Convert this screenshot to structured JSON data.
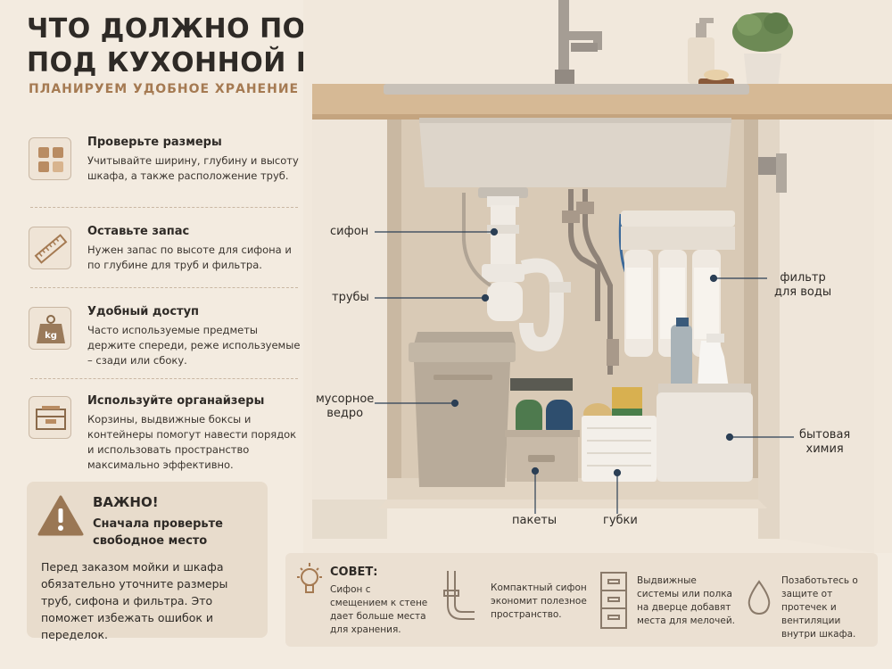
{
  "header": {
    "title_line1": "ЧТО ДОЛЖНО ПОМЕЩАТЬСЯ",
    "title_line2": "ПОД КУХОННОЙ МОЙКОЙ",
    "subtitle": "ПЛАНИРУЕМ УДОБНОЕ ХРАНЕНИЕ"
  },
  "tips": [
    {
      "icon": "measure-sheet-icon",
      "heading": "Проверьте размеры",
      "text": "Учитывайте ширину, глубину и высоту шкафа, а также расположение труб."
    },
    {
      "icon": "ruler-icon",
      "heading": "Оставьте запас",
      "text": "Нужен запас по высоте для сифона и по глубине для труб и фильтра."
    },
    {
      "icon": "weight-kg-icon",
      "heading": "Удобный доступ",
      "text": "Часто используемые предметы держите спереди, реже используемые – сзади или сбоку."
    },
    {
      "icon": "organizer-box-icon",
      "heading": "Используйте органайзеры",
      "text": "Корзины, выдвижные боксы и контейнеры помогут навести порядок и использовать пространство максимально эффективно."
    }
  ],
  "tip_icon_label_kg": "kg",
  "warning": {
    "heading": "ВАЖНО!",
    "subheading": "Сначала проверьте свободное место",
    "text": "Перед заказом мойки и шкафа обязательно уточните размеры труб, сифона и фильтра. Это поможет избежать ошибок и переделок."
  },
  "labels": {
    "siphon": "сифон",
    "pipes": "трубы",
    "trash_line1": "мусорное",
    "trash_line2": "ведро",
    "bags": "пакеты",
    "sponges": "губки",
    "filter_line1": "фильтр",
    "filter_line2": "для воды",
    "chem_line1": "бытовая",
    "chem_line2": "химия"
  },
  "bottom": {
    "advice_title": "СОВЕТ:",
    "advice_text": "Сифон с смещением к стене дает больше места для хранения.",
    "compact_text": "Компактный сифон экономит полезное пространство.",
    "drawers_text": "Выдвижные системы или полка на дверце добавят места для мелочей.",
    "leak_text": "Позаботьтесь о защите от протечек и вентиляции внутри шкафа."
  },
  "colors": {
    "accent": "#a57a52",
    "background": "#f3ebe0",
    "countertop": "#d6b995",
    "cabinet": "#efe6da",
    "marker": "#2b3f55"
  }
}
